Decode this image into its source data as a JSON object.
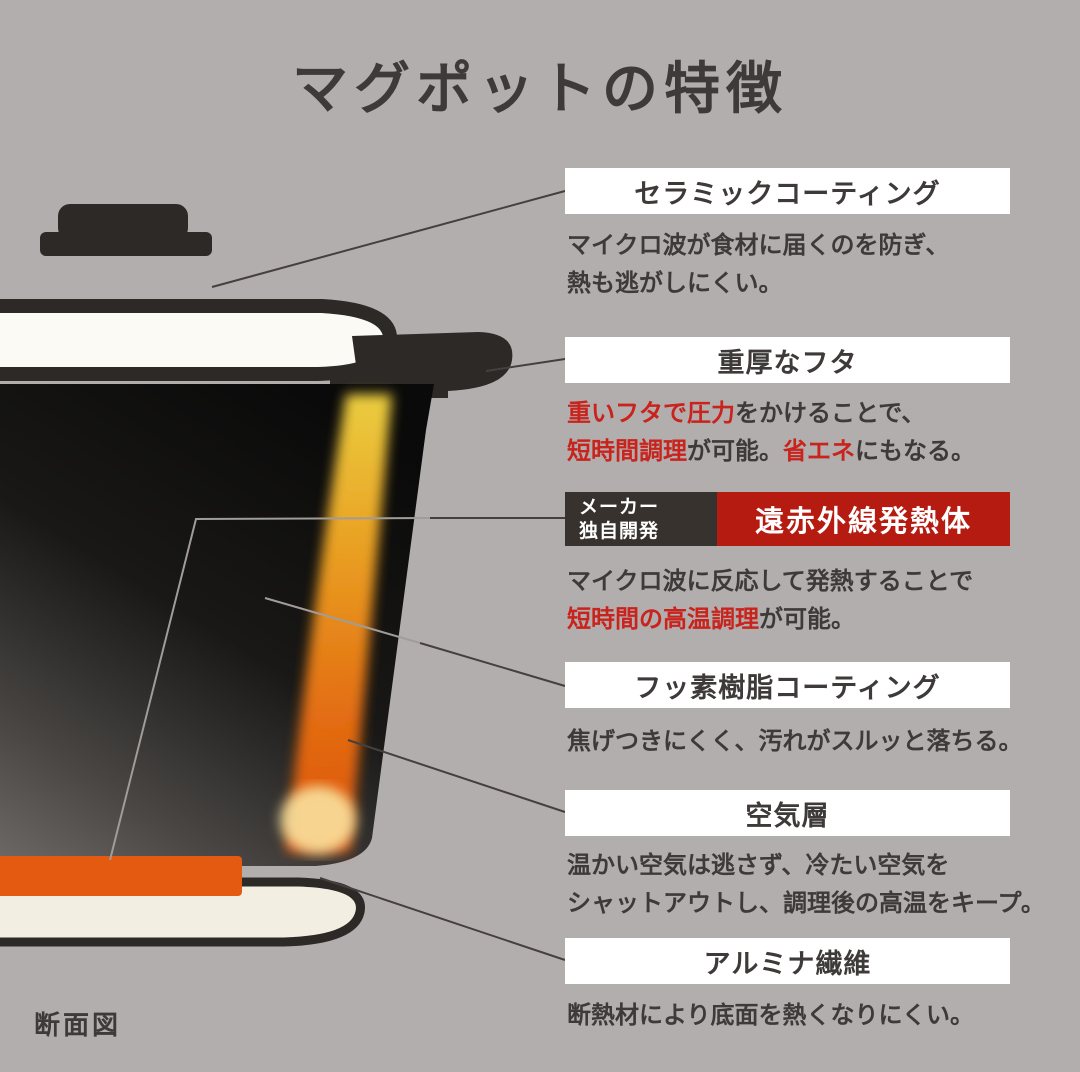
{
  "title": "マグポットの特徴",
  "caption": "断面図",
  "colors": {
    "bg": "#b3aeae",
    "ink": "#3e3a39",
    "red": "#c8231c",
    "red-box": "#b51b10",
    "dark-box": "#38322e",
    "box-bg": "#ffffff",
    "heat-orange": "#e55a11",
    "pot-dark": "#1a1817",
    "shell-cream": "#f3eee2"
  },
  "features": [
    {
      "label": "セラミックコーティング",
      "desc": [
        [
          {
            "t": "マイクロ波が食材に届くのを防ぎ、"
          }
        ],
        [
          {
            "t": "熱も逃がしにくい。"
          }
        ]
      ]
    },
    {
      "label": "重厚なフタ",
      "desc": [
        [
          {
            "t": "重いフタで圧力",
            "c": "red"
          },
          {
            "t": "をかけることで、"
          }
        ],
        [
          {
            "t": "短時間調理",
            "c": "red"
          },
          {
            "t": "が可能。"
          },
          {
            "t": "省エネ",
            "c": "red"
          },
          {
            "t": "にもなる。"
          }
        ]
      ]
    },
    {
      "label": "遠赤外線発熱体",
      "badge": [
        "メーカー",
        "独自開発"
      ],
      "desc": [
        [
          {
            "t": "マイクロ波に反応して発熱することで"
          }
        ],
        [
          {
            "t": "短時間の高温調理",
            "c": "red"
          },
          {
            "t": "が可能。"
          }
        ]
      ]
    },
    {
      "label": "フッ素樹脂コーティング",
      "desc": [
        [
          {
            "t": "焦げつきにくく、汚れがスルッと落ちる。"
          }
        ]
      ]
    },
    {
      "label": "空気層",
      "desc": [
        [
          {
            "t": "温かい空気は逃さず、冷たい空気を"
          }
        ],
        [
          {
            "t": "シャットアウトし、調理後の高温をキープ。"
          }
        ]
      ]
    },
    {
      "label": "アルミナ繊維",
      "desc": [
        [
          {
            "t": "断熱材により底面を熱くなりにくい。"
          }
        ]
      ]
    }
  ]
}
